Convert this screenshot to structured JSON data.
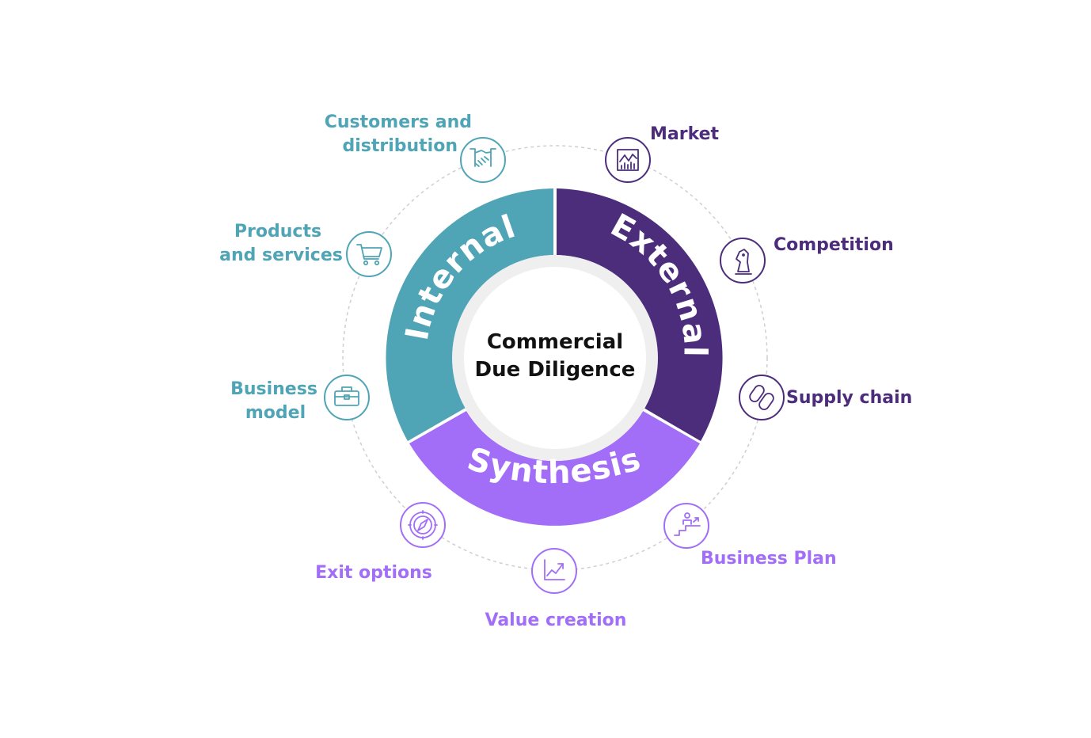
{
  "colors": {
    "internal": "#4fa5b5",
    "external": "#4c2d7c",
    "synthesis": "#a26ef7",
    "ring": "#efefef",
    "orbit": "#cfcfcf"
  },
  "center": {
    "line1": "Commercial",
    "line2": "Due Diligence"
  },
  "segments": {
    "internal": "Internal",
    "external": "External",
    "synthesis": "Synthesis"
  },
  "nodes": {
    "customers": {
      "line1": "Customers and",
      "line2": "distribution",
      "icon": "handshake-icon",
      "group": "internal"
    },
    "products": {
      "line1": "Products",
      "line2": "and services",
      "icon": "shopping-cart-icon",
      "group": "internal"
    },
    "business_model": {
      "line1": "Business",
      "line2": "model",
      "icon": "briefcase-icon",
      "group": "internal"
    },
    "market": {
      "line1": "Market",
      "icon": "market-chart-icon",
      "group": "external"
    },
    "competition": {
      "line1": "Competition",
      "icon": "chess-knight-icon",
      "group": "external"
    },
    "supply_chain": {
      "line1": "Supply chain",
      "icon": "chain-link-icon",
      "group": "external"
    },
    "business_plan": {
      "line1": "Business Plan",
      "icon": "person-growth-icon",
      "group": "synthesis"
    },
    "value_creation": {
      "line1": "Value creation",
      "icon": "trend-chart-icon",
      "group": "synthesis"
    },
    "exit_options": {
      "line1": "Exit options",
      "icon": "compass-icon",
      "group": "synthesis"
    }
  }
}
